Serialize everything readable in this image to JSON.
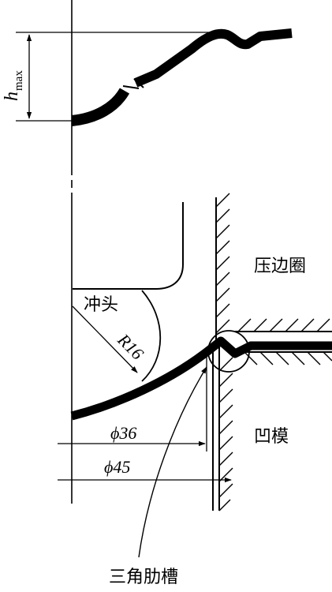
{
  "labels": {
    "h_symbol": "h",
    "h_subscript": "max",
    "blank_holder": "压边圈",
    "punch": "冲头",
    "radius": "R16",
    "die": "凹模",
    "dia_36": "ϕ36",
    "dia_45": "ϕ45",
    "rib_groove": "三角肋槽"
  },
  "colors": {
    "ink": "#000000",
    "background": "#ffffff"
  }
}
